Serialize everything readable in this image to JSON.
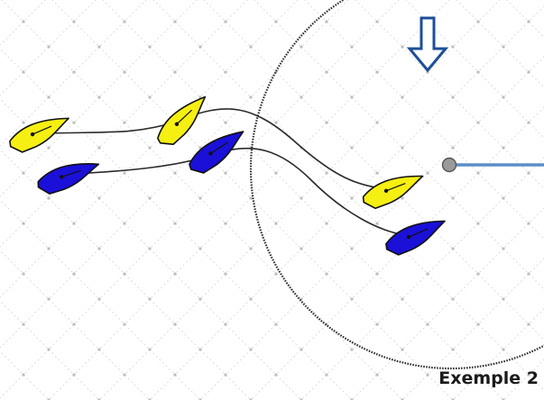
{
  "diagram": {
    "caption": "Exemple 2",
    "colors": {
      "yellow_boat": "#f5ef12",
      "blue_boat": "#1a10d8",
      "mark_line": "#5b8ec7",
      "mark": "#8e8e8e",
      "zone_circle": "#2e2e2e",
      "arrow": "#1d4f99",
      "grid": "#dddddd"
    },
    "icons": {
      "wind": "arrow-down-outline-icon",
      "mark": "buoy-icon",
      "boat": "sailboat-hull-icon"
    },
    "boats": [
      {
        "team": "yellow",
        "position": 1
      },
      {
        "team": "yellow",
        "position": 2
      },
      {
        "team": "yellow",
        "position": 3
      },
      {
        "team": "blue",
        "position": 1
      },
      {
        "team": "blue",
        "position": 2
      },
      {
        "team": "blue",
        "position": 3
      }
    ]
  }
}
